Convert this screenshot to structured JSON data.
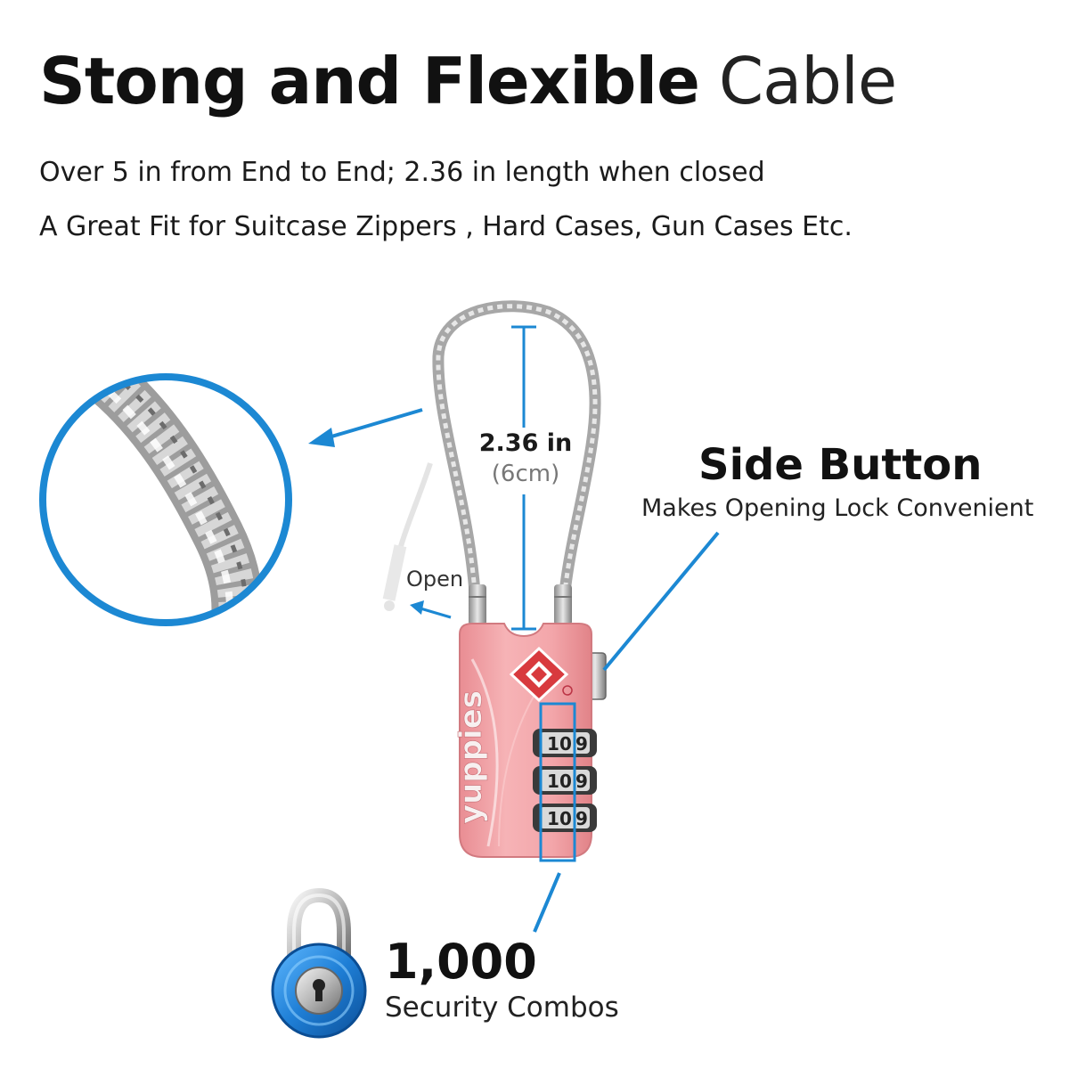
{
  "header": {
    "title_bold": "Stong and Flexible",
    "title_light": "Cable",
    "line1": "Over 5 in from End to End; 2.36 in length when closed",
    "line2": "A Great Fit for Suitcase  Zippers , Hard Cases,  Gun Cases Etc."
  },
  "dimension": {
    "value": "2.36 in",
    "metric": "(6cm)"
  },
  "open_label": "Open",
  "side_button": {
    "title": "Side Button",
    "description": "Makes Opening Lock Convenient"
  },
  "combos": {
    "count": "1,000",
    "description": "Security Combos"
  },
  "lock": {
    "brand": "yuppies",
    "dial_rows": [
      [
        "1",
        "0",
        "9"
      ],
      [
        "1",
        "0",
        "9"
      ],
      [
        "1",
        "0",
        "9"
      ]
    ],
    "body_color": "#f2a5a8",
    "accent_color": "#1e88d0",
    "tsa_color": "#d83a3e"
  },
  "icons": {
    "padlock": "padlock-icon",
    "tsa": "tsa-diamond-icon",
    "cable_zoom": "cable-zoom-circle"
  }
}
